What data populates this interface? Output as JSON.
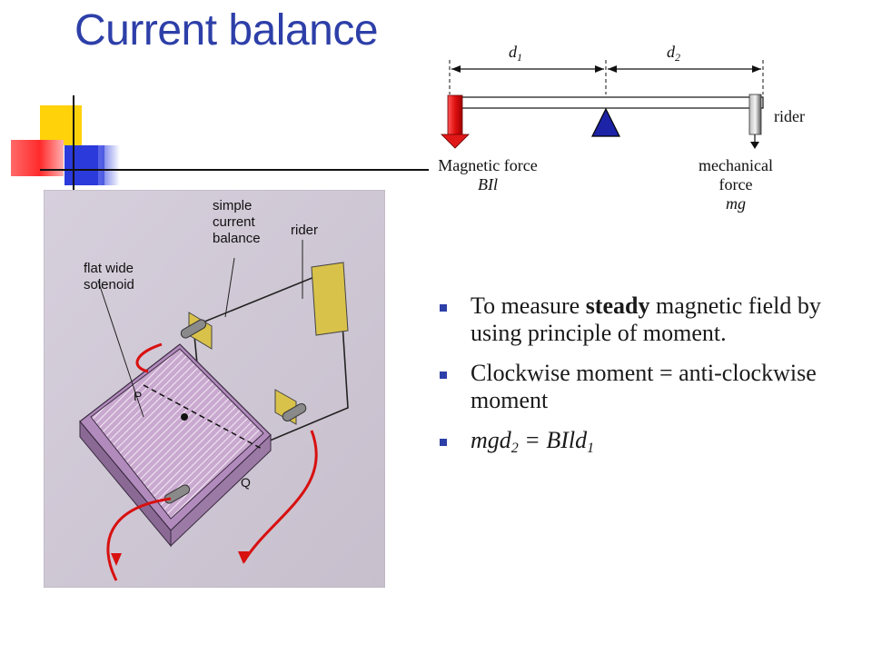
{
  "slide": {
    "title": "Current balance"
  },
  "diagram": {
    "d1_base": "d",
    "d1_sub": "1",
    "d2_base": "d",
    "d2_sub": "2",
    "rider_label": "rider",
    "magnetic_force_label": "Magnetic force",
    "magnetic_force_symbol": "BIl",
    "mechanical_label_line1": "mechanical",
    "mechanical_label_line2": "force",
    "mechanical_symbol": "mg"
  },
  "photo": {
    "label_simple_current_balance": [
      "simple",
      "current",
      "balance"
    ],
    "label_rider": "rider",
    "label_solenoid": [
      "flat wide",
      "solenoid"
    ],
    "label_p": "P",
    "label_q": "Q"
  },
  "bullets": [
    {
      "pre": "To measure ",
      "bold": "steady",
      "post": " magnetic field by using principle of moment."
    },
    {
      "text": "Clockwise moment = anti-clockwise moment"
    },
    {
      "eq_a": "mgd",
      "eq_a_sub": "2",
      "eq_mid": " = BIld",
      "eq_b_sub": "1"
    }
  ],
  "colors": {
    "title": "#2d3fa8",
    "bullet": "#2d3fa8",
    "arrow_red": "#e01818",
    "fulcrum": "#1d23a6"
  }
}
